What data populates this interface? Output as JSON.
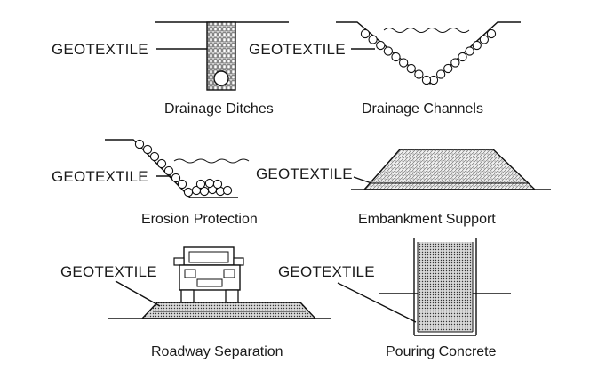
{
  "panels": [
    {
      "label": "GEOTEXTILE",
      "caption": "Drainage Ditches"
    },
    {
      "label": "GEOTEXTILE",
      "caption": "Drainage Channels"
    },
    {
      "label": "GEOTEXTILE",
      "caption": "Erosion Protection"
    },
    {
      "label": "GEOTEXTILE",
      "caption": "Embankment Support"
    },
    {
      "label": "GEOTEXTILE",
      "caption": "Roadway Separation"
    },
    {
      "label": "GEOTEXTILE",
      "caption": "Pouring Concrete"
    }
  ],
  "colors": {
    "ink": "#111111",
    "fill": "#dddddd",
    "background": "#ffffff"
  }
}
